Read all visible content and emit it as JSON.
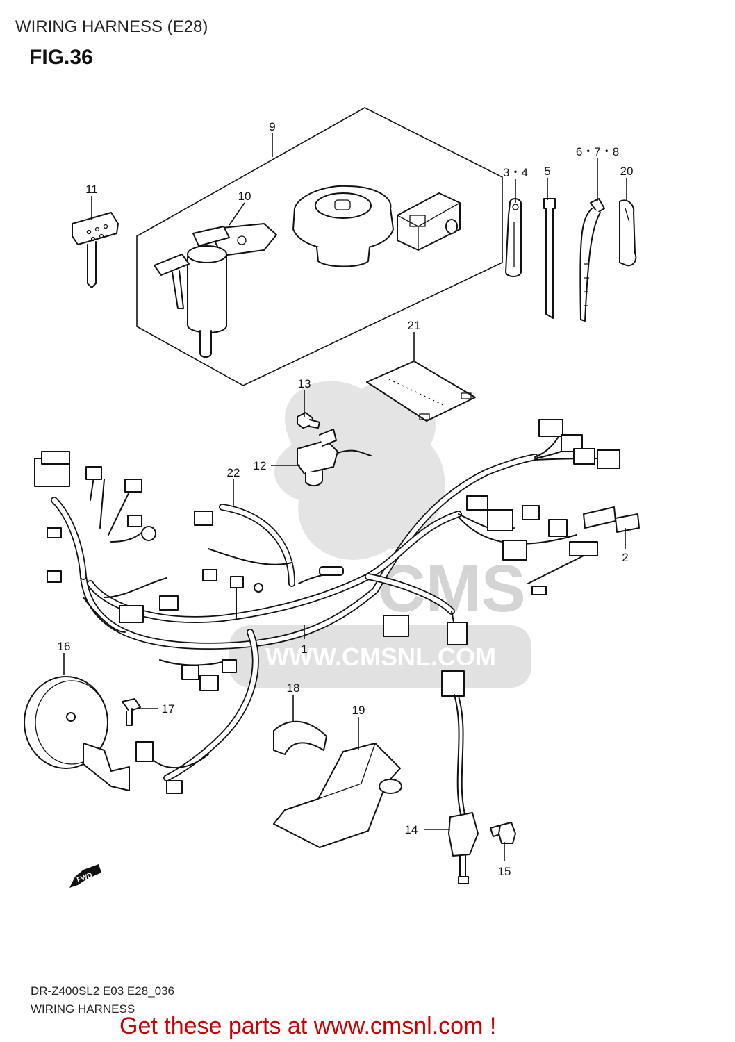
{
  "header": {
    "section_title": "WIRING HARNESS (E28)",
    "figure_number": "FIG.36"
  },
  "footer": {
    "model_code": "DR-Z400SL2 E03 E28_036",
    "caption": "WIRING HARNESS",
    "promo": "Get these parts at www.cmsnl.com !"
  },
  "watermark": {
    "brand": "CMS",
    "url": "WWW.CMSNL.COM"
  },
  "arrow_label": "FWD",
  "callouts": {
    "c1": "1",
    "c2": "2",
    "c3_4": "3・4",
    "c5": "5",
    "c6_7_8": "6・7・8",
    "c9": "9",
    "c10": "10",
    "c11": "11",
    "c12": "12",
    "c13": "13",
    "c14": "14",
    "c15": "15",
    "c16": "16",
    "c17": "17",
    "c18": "18",
    "c19": "19",
    "c20": "20",
    "c21": "21",
    "c22": "22"
  },
  "colors": {
    "line": "#111111",
    "promo_text": "#cc0000",
    "watermark": "#d9d9d9"
  }
}
